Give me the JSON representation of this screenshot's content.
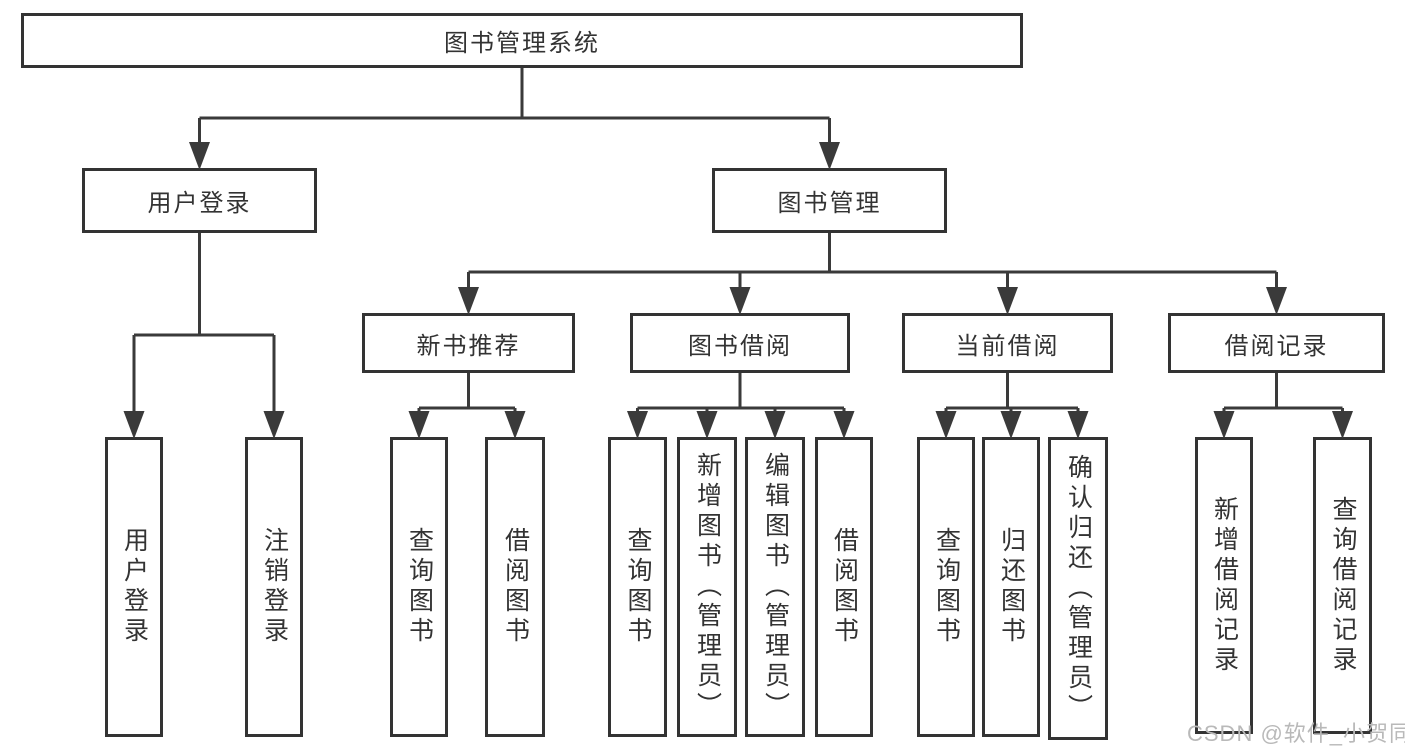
{
  "diagram": {
    "root": {
      "label": "图书管理系统"
    },
    "user_login": {
      "label": "用户登录",
      "children": [
        {
          "label": "用户登录"
        },
        {
          "label": "注销登录"
        }
      ]
    },
    "book_mgmt": {
      "label": "图书管理",
      "groups": [
        {
          "label": "新书推荐",
          "children": [
            {
              "label": "查询图书"
            },
            {
              "label": "借阅图书"
            }
          ]
        },
        {
          "label": "图书借阅",
          "children": [
            {
              "label": "查询图书"
            },
            {
              "label": "新增图书（管理员）"
            },
            {
              "label": "编辑图书（管理员）"
            },
            {
              "label": "借阅图书"
            }
          ]
        },
        {
          "label": "当前借阅",
          "children": [
            {
              "label": "查询图书"
            },
            {
              "label": "归还图书"
            },
            {
              "label": "确认归还（管理员）"
            }
          ]
        },
        {
          "label": "借阅记录",
          "children": [
            {
              "label": "新增借阅记录"
            },
            {
              "label": "查询借阅记录"
            }
          ]
        }
      ]
    }
  },
  "colors": {
    "line": "#3a3a3a",
    "box_border": "#333333",
    "text": "#333333",
    "watermark": "#b9b9b9"
  },
  "watermark": "CSDN @软件_小贺同学"
}
